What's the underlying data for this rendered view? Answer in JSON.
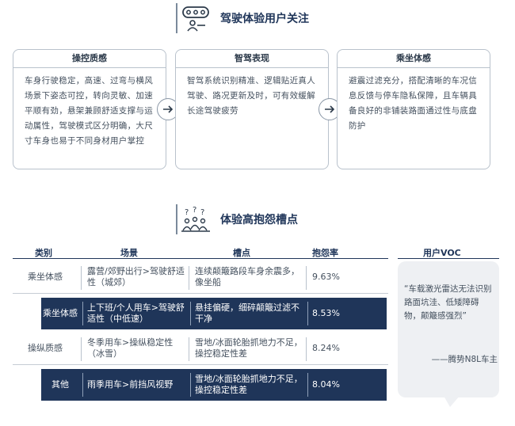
{
  "section1": {
    "title": "驾驶体验用户关注",
    "icon": "steering-driver-icon",
    "cards": [
      {
        "title": "操控质感",
        "body": "车身行驶稳定，高速、过弯与横风场景下姿态可控，转向灵敏、加速平顺有劲，悬架兼顾舒适支撑与运动属性，驾驶模式区分明确，大尺寸车身也易于不同身材用户掌控"
      },
      {
        "title": "智驾表现",
        "body": "智驾系统识别精准、逻辑贴近真人驾驶、路况更新及时，可有效缓解长途驾驶疲劳"
      },
      {
        "title": "乘坐体感",
        "body": "避震过滤充分，搭配清晰的车况信息反馈与停车隐私保障，且车辆具备良好的非铺装路面通过性与底盘防护"
      }
    ],
    "arrow_icon": "arrow-right-icon"
  },
  "section2": {
    "title": "体验高抱怨槽点",
    "icon": "complaint-people-icon",
    "headers": {
      "category": "类别",
      "scene": "场景",
      "issue": "槽点",
      "rate": "抱怨率"
    },
    "rows": [
      {
        "category": "乘坐体感",
        "scene": "露营/郊野出行>驾驶舒适性（城郊）",
        "issue": "连续颠簸路段车身余震多，像坐船",
        "rate": "9.63%",
        "highlight": false
      },
      {
        "category": "乘坐体感",
        "scene": "上下班/个人用车>驾驶舒适性（中低速）",
        "issue": "悬挂偏硬，细碎颠簸过滤不干净",
        "rate": "8.53%",
        "highlight": true
      },
      {
        "category": "操纵质感",
        "scene": "冬季用车>操纵稳定性（冰雪）",
        "issue": "雪地/冰面轮胎抓地力不足，操控稳定性差",
        "rate": "8.24%",
        "highlight": false
      },
      {
        "category": "其他",
        "scene": "雨季用车>前挡风视野",
        "issue": "雪地/冰面轮胎抓地力不足，操控稳定性差",
        "rate": "8.04%",
        "highlight": true
      }
    ]
  },
  "voc": {
    "title": "用户VOC",
    "quote": "“车载激光雷达无法识别路面坑洼、低矮障碍物，颠簸感强烈”",
    "author": "——腾势N8L车主"
  },
  "colors": {
    "navy": "#1f3559",
    "border": "#b9c2cc",
    "text": "#44505e",
    "voc_bg": "#eef0f3"
  }
}
